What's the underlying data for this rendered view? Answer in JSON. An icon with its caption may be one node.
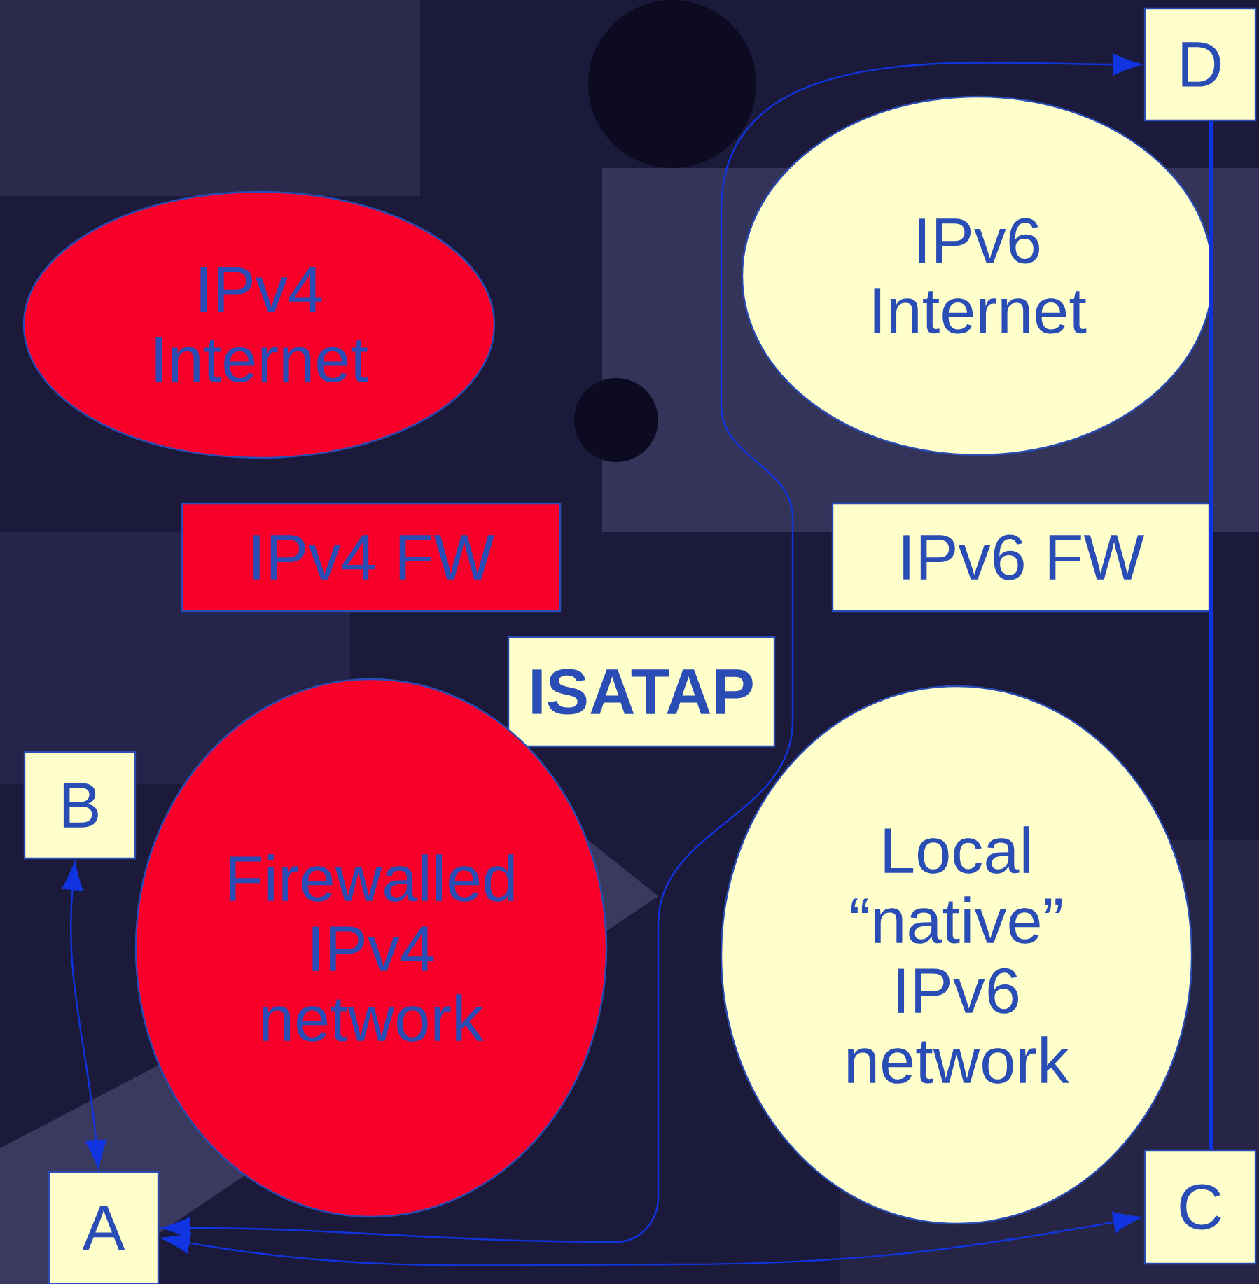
{
  "diagram": {
    "nodes": [
      {
        "text": [
          "D"
        ]
      },
      {
        "text": [
          "IPv4 Internet"
        ]
      },
      {
        "text": [
          "IPv6 Internet"
        ]
      },
      {
        "text": [
          "IPv4 FW"
        ]
      },
      {
        "text": [
          "IPv6 FW"
        ]
      },
      {
        "text": [
          "ISATAP"
        ]
      },
      {
        "text": [
          "B"
        ]
      },
      {
        "text": [
          "Firewalled IPv4 network"
        ]
      },
      {
        "text": [
          "Local “native” IPv6 network"
        ]
      },
      {
        "text": [
          "A"
        ]
      },
      {
        "text": [
          "C"
        ]
      }
    ],
    "edges": [
      {
        "from": 6,
        "to": 9,
        "arrow": "both"
      },
      {
        "from": 0,
        "to": 9,
        "arrow": "both"
      },
      {
        "from": 10,
        "to": 9,
        "arrow": "both"
      },
      {
        "from": 0,
        "to": 10,
        "arrow": "none",
        "style": "thick"
      }
    ]
  }
}
